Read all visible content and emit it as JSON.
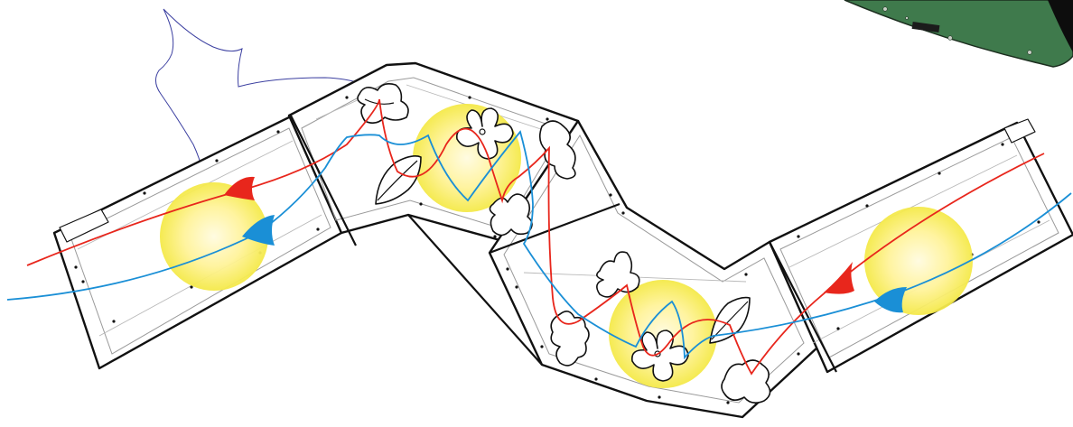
{
  "colors": {
    "background": "#ffffff",
    "frame": "#111111",
    "red_path": "#e8261c",
    "blue_path": "#1a8fd6",
    "thread": "#3b3fa0",
    "glow_center": "#fff3a0",
    "glow_edge": "#f6ec4a",
    "board_green": "#3f7a4c",
    "board_edge": "#0d0d0d"
  },
  "glows": [
    {
      "name": "glow-panel-1"
    },
    {
      "name": "glow-panel-2"
    },
    {
      "name": "glow-panel-3"
    },
    {
      "name": "glow-panel-4"
    }
  ],
  "flowers": [
    {
      "name": "flower-upper"
    },
    {
      "name": "flower-lower"
    }
  ],
  "arrowheads": [
    {
      "name": "red-arrowhead-left",
      "color": "red"
    },
    {
      "name": "blue-arrowhead-left",
      "color": "blue"
    },
    {
      "name": "red-arrowhead-right",
      "color": "red"
    },
    {
      "name": "blue-arrowhead-right",
      "color": "blue"
    }
  ],
  "icons": [
    "leaf-icon",
    "flower-icon",
    "arrowhead-icon",
    "circuit-board-icon"
  ]
}
